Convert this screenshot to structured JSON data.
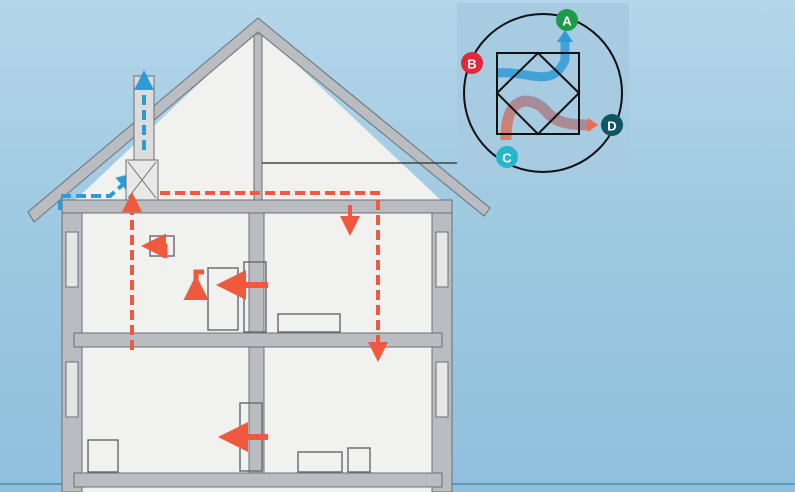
{
  "inset": {
    "labels": {
      "a": "A",
      "b": "B",
      "c": "C",
      "d": "D"
    },
    "colors": {
      "a": "#1f9a4a",
      "b": "#e0283a",
      "c": "#27b6c9",
      "d": "#0f5563",
      "supply": "#2f9bd6",
      "exhaust": "#ef6a4f"
    }
  },
  "colors": {
    "wall": "#b9bcc0",
    "interior": "#f1f1ef",
    "duct_supply": "#2f9bd6",
    "duct_exhaust": "#ef5a3f"
  }
}
